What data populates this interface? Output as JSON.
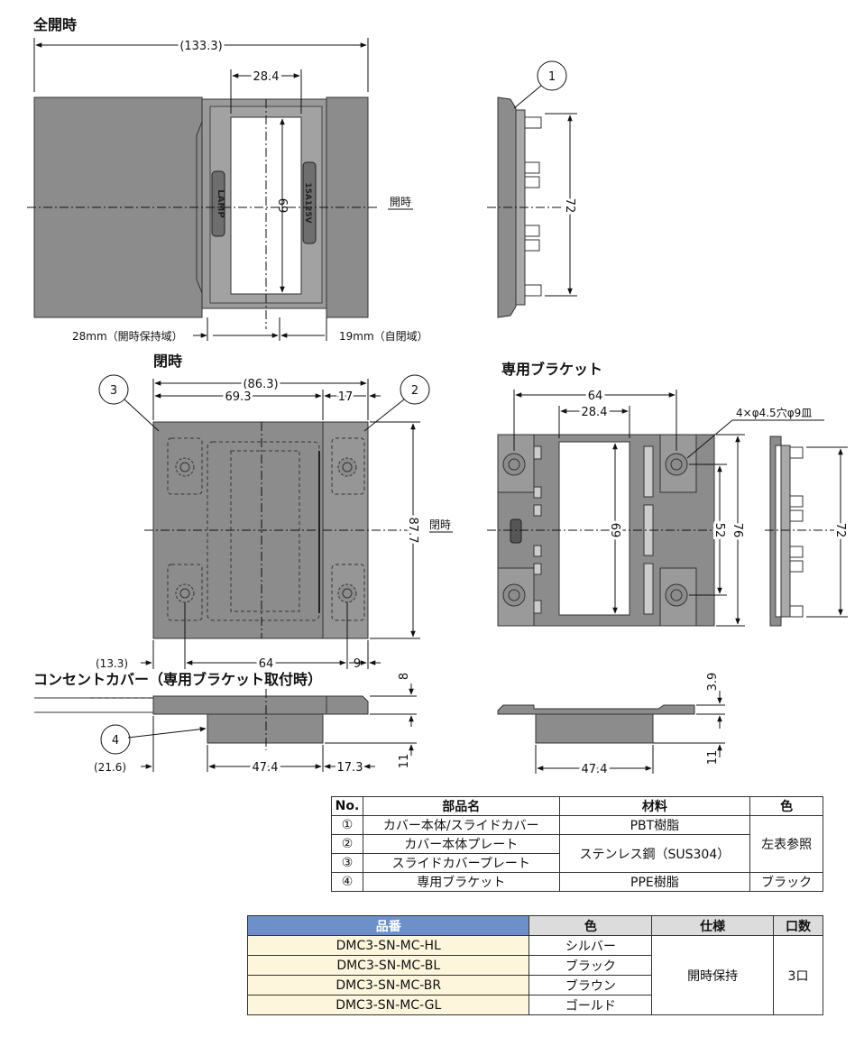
{
  "titles": {
    "full_open": "全開時",
    "closed": "閉時",
    "bracket": "専用ブラケット",
    "outlet_cover": "コンセントカバー（専用ブラケット取付時）"
  },
  "dims": {
    "top_width": "(133.3)",
    "top_window": "28.4",
    "top_height": "69",
    "side_height": "72",
    "left_range": "28mm（開時保持域）",
    "right_range": "19mm（自閉域）",
    "open_label": "開時",
    "closed_width": "(86.3)",
    "closed_inner": "69.3",
    "closed_slide": "17",
    "closed_height": "87.7",
    "closed_label": "閉時",
    "closed_left_offset": "(13.3)",
    "closed_pitch": "64",
    "closed_right_offset": "9",
    "bracket_pitch": "64",
    "bracket_window": "28.4",
    "bracket_hole": "4×φ4.5穴φ9皿",
    "bracket_height": "69",
    "bracket_h52": "52",
    "bracket_h76": "76",
    "bracket_side_h": "72",
    "cover_top": "8",
    "cover_bottom": "11",
    "cover_left_offset": "(21.6)",
    "cover_width": "47.4",
    "cover_right": "17.3",
    "bk_profile_top": "3.9",
    "bk_profile_bottom": "11",
    "bk_profile_width": "47.4"
  },
  "labels": {
    "lamp": "LAMP",
    "rating": "15A125V"
  },
  "callouts": [
    "1",
    "2",
    "3",
    "4"
  ],
  "parts_table": {
    "headers": [
      "No.",
      "部品名",
      "材料",
      "色"
    ],
    "rows": [
      {
        "no": "①",
        "name": "カバー本体/スライドカバー",
        "material": "PBT樹脂"
      },
      {
        "no": "②",
        "name": "カバー本体プレート",
        "material": "ステンレス鋼（SUS304）"
      },
      {
        "no": "③",
        "name": "スライドカバープレート"
      },
      {
        "no": "④",
        "name": "専用ブラケット",
        "material": "PPE樹脂",
        "color": "ブラック"
      }
    ],
    "shared_color": "左表参照"
  },
  "product_table": {
    "headers": [
      "品番",
      "色",
      "仕様",
      "口数"
    ],
    "rows": [
      {
        "code": "DMC3-SN-MC-HL",
        "color": "シルバー"
      },
      {
        "code": "DMC3-SN-MC-BL",
        "color": "ブラック"
      },
      {
        "code": "DMC3-SN-MC-BR",
        "color": "ブラウン"
      },
      {
        "code": "DMC3-SN-MC-GL",
        "color": "ゴールド"
      }
    ],
    "spec": "開時保持",
    "outlets": "3口"
  },
  "colors": {
    "part_fill": "#8c8c8c",
    "header_blue": "#6d8fca",
    "header_grey": "#dcdcdc",
    "row_cream": "#fdf6dc"
  }
}
